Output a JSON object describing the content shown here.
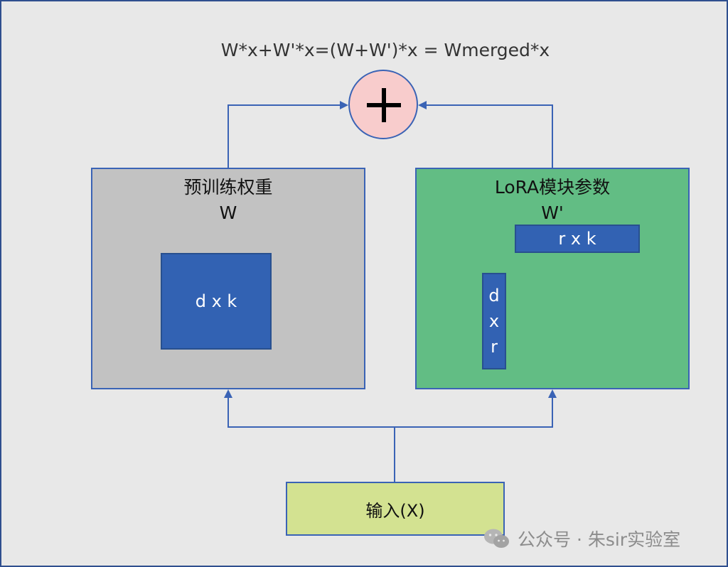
{
  "formula": "W*x+W'*x=(W+W')*x = Wmerged*x",
  "plus_node": {
    "icon": "plus-icon"
  },
  "pretrained": {
    "title": "预训练权重",
    "symbol": "W",
    "matrix_label": "d x k"
  },
  "lora": {
    "title": "LoRA模块参数",
    "symbol": "W'",
    "matrix_a_label": "r x k",
    "matrix_b_label": [
      "d",
      "x",
      "r"
    ]
  },
  "input": {
    "label": "输入(X)"
  },
  "watermark": {
    "icon": "wechat-icon",
    "text": "公众号 · 朱sir实验室"
  },
  "colors": {
    "background": "#e8e8e8",
    "pretrained_fill": "#c2c2c2",
    "lora_fill": "#62bd84",
    "matrix_fill": "#3262b3",
    "input_fill": "#d3e291",
    "plus_fill": "#f8cccc",
    "line": "#3a63b5"
  }
}
